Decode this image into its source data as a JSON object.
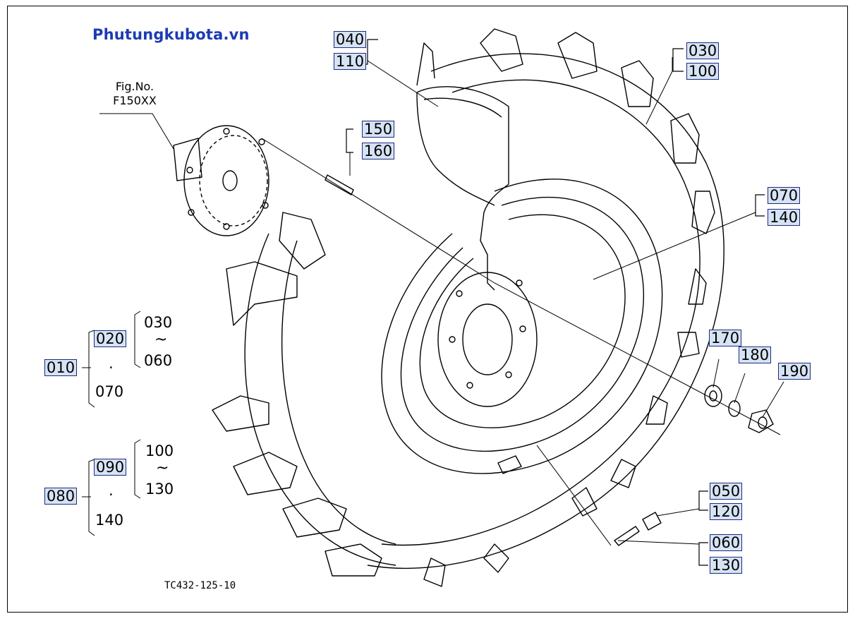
{
  "header": {
    "site": "Phutungkubota.vn"
  },
  "figure_ref": {
    "line1": "Fig.No.",
    "line2": "F150XX"
  },
  "drawing_code": "TC432-125-10",
  "callouts": {
    "c040": "040",
    "c110": "110",
    "c150": "150",
    "c160": "160",
    "c030": "030",
    "c100": "100",
    "c070": "070",
    "c140": "140",
    "c170": "170",
    "c180": "180",
    "c190": "190",
    "c050": "050",
    "c120": "120",
    "c060": "060",
    "c130": "130"
  },
  "tree1": {
    "root": "010",
    "child_a": "020",
    "dot": "·",
    "child_b": "070",
    "range_from": "030",
    "tilde": "~",
    "range_to": "060"
  },
  "tree2": {
    "root": "080",
    "child_a": "090",
    "dot": "·",
    "child_b": "140",
    "range_from": "100",
    "tilde": "~",
    "range_to": "130"
  },
  "colors": {
    "title": "#1d3bb4",
    "box_fill": "#d6e3f4",
    "box_border": "#1d2a80"
  }
}
